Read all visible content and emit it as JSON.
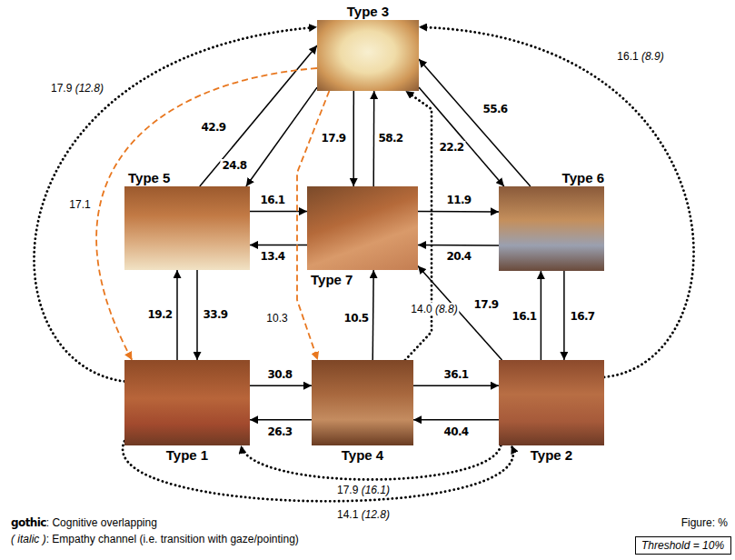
{
  "diagram": {
    "nodes": [
      {
        "text": [
          "Type 3"
        ]
      },
      {
        "text": [
          "Type 5"
        ]
      },
      {
        "text": [
          "Type 7"
        ]
      },
      {
        "text": [
          "Type 6"
        ]
      },
      {
        "text": [
          "Type 1"
        ]
      },
      {
        "text": [
          "Type 4"
        ]
      },
      {
        "text": [
          "Type 2"
        ]
      },
      {
        "text": [
          "Threshold = 10%"
        ]
      }
    ],
    "edges": [
      {
        "from": 1,
        "to": 0,
        "arrow": "to",
        "label": "42.9"
      },
      {
        "from": 0,
        "to": 1,
        "arrow": "to",
        "label": "24.8"
      },
      {
        "from": 0,
        "to": 2,
        "arrow": "to",
        "label": "17.9"
      },
      {
        "from": 2,
        "to": 0,
        "arrow": "to",
        "label": "58.2"
      },
      {
        "from": 0,
        "to": 3,
        "arrow": "to",
        "label": "22.2"
      },
      {
        "from": 3,
        "to": 0,
        "arrow": "to",
        "label": "55.6"
      },
      {
        "from": 1,
        "to": 2,
        "arrow": "to",
        "label": "16.1"
      },
      {
        "from": 2,
        "to": 1,
        "arrow": "to",
        "label": "13.4"
      },
      {
        "from": 2,
        "to": 3,
        "arrow": "to",
        "label": "11.9"
      },
      {
        "from": 3,
        "to": 2,
        "arrow": "to",
        "label": "20.4"
      },
      {
        "from": 4,
        "to": 1,
        "arrow": "to",
        "label": "19.2"
      },
      {
        "from": 1,
        "to": 4,
        "arrow": "to",
        "label": "33.9"
      },
      {
        "from": 4,
        "to": 5,
        "arrow": "to",
        "label": "30.8"
      },
      {
        "from": 5,
        "to": 4,
        "arrow": "to",
        "label": "26.3"
      },
      {
        "from": 5,
        "to": 6,
        "arrow": "to",
        "label": "36.1"
      },
      {
        "from": 6,
        "to": 5,
        "arrow": "to",
        "label": "40.4"
      },
      {
        "from": 5,
        "to": 2,
        "arrow": "to",
        "label": "10.5"
      },
      {
        "from": 6,
        "to": 2,
        "arrow": "to",
        "label": "17.9"
      },
      {
        "from": 6,
        "to": 3,
        "arrow": "to",
        "label": "16.1"
      },
      {
        "from": 3,
        "to": 6,
        "arrow": "to",
        "label": "16.7"
      },
      {
        "from": 4,
        "to": 0,
        "arrow": "to",
        "label": "17.9 (12.8)"
      },
      {
        "from": 6,
        "to": 0,
        "arrow": "to",
        "label": "16.1 (8.9)"
      },
      {
        "from": 5,
        "to": 0,
        "arrow": "to",
        "label": "14.0 (8.8)"
      },
      {
        "from": 6,
        "to": 4,
        "arrow": "to",
        "label": "17.9 (16.1)"
      },
      {
        "from": 4,
        "to": 6,
        "arrow": "to",
        "label": "14.1 (12.8)"
      },
      {
        "from": 0,
        "to": 4,
        "arrow": "to",
        "label": "17.1"
      },
      {
        "from": 0,
        "to": 5,
        "arrow": "to",
        "label": "10.3"
      }
    ],
    "labels": [
      "Figure: %"
    ],
    "legend": [
      {
        "text": "gothic: Cognitive overlapping"
      },
      {
        "text": "( italic ): Empathy channel (i.e. transition with gaze/pointing)"
      }
    ]
  }
}
